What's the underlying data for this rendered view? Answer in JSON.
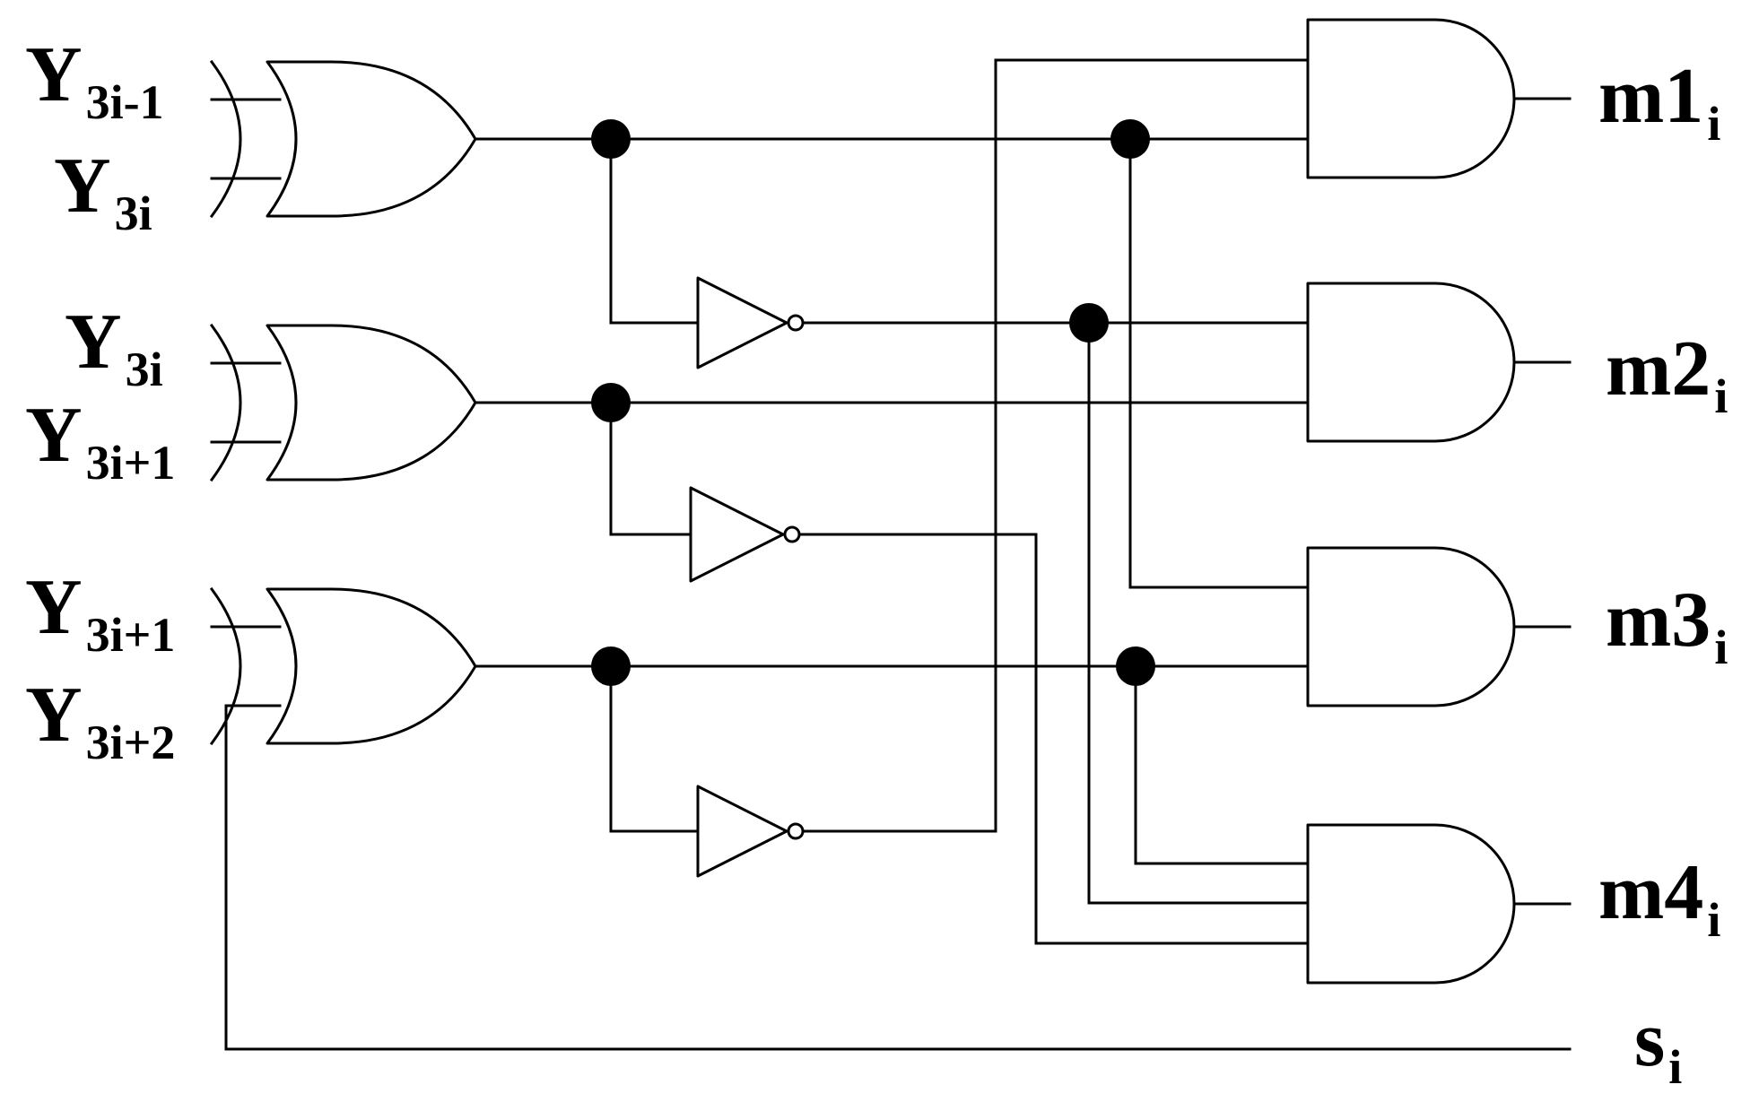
{
  "inputs": [
    {
      "name": "Y",
      "sub": "3i-1"
    },
    {
      "name": "Y",
      "sub": "3i"
    },
    {
      "name": "Y",
      "sub": "3i"
    },
    {
      "name": "Y",
      "sub": "3i+1"
    },
    {
      "name": "Y",
      "sub": "3i+1"
    },
    {
      "name": "Y",
      "sub": "3i+2"
    }
  ],
  "outputs": [
    {
      "name": "m1",
      "sub": "i"
    },
    {
      "name": "m2",
      "sub": "i"
    },
    {
      "name": "m3",
      "sub": "i"
    },
    {
      "name": "m4",
      "sub": "i"
    },
    {
      "name": "s",
      "sub": "i"
    }
  ]
}
